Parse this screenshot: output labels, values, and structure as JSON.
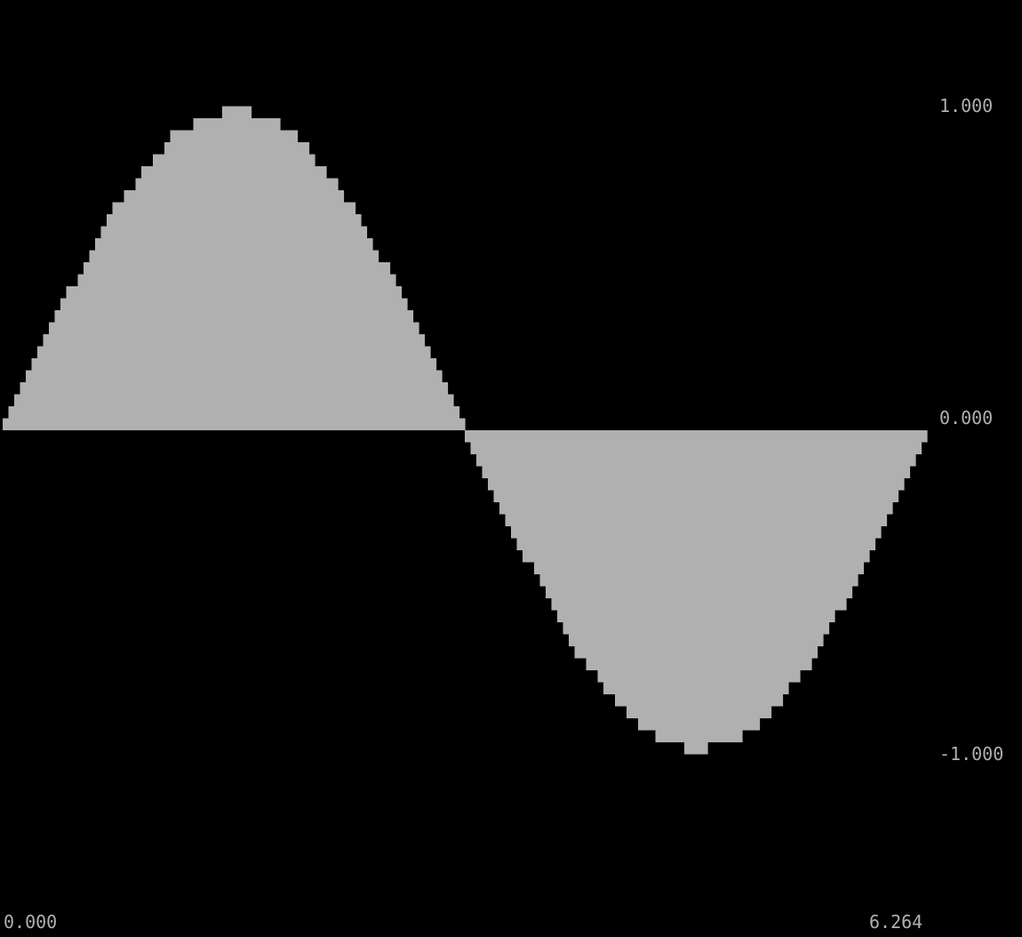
{
  "colors": {
    "background": "#000000",
    "fill": "#b0b0b0",
    "text": "#b0b0b0"
  },
  "chart_data": {
    "type": "area",
    "title": "",
    "xlabel": "",
    "ylabel": "",
    "function": "sin(x)",
    "xlim": [
      0.0,
      6.264
    ],
    "ylim": [
      -1.0,
      1.0
    ],
    "grid": false,
    "x_tick_labels": [
      "0.000",
      "6.264"
    ],
    "y_tick_labels": [
      "1.000",
      "0.000",
      "-1.000"
    ],
    "x": [
      0.0,
      0.39,
      0.78,
      1.17,
      1.57,
      1.96,
      2.35,
      2.74,
      3.13,
      3.52,
      3.91,
      4.31,
      4.7,
      5.09,
      5.48,
      5.87,
      6.26
    ],
    "values": [
      0.0,
      0.38,
      0.7,
      0.92,
      1.0,
      0.93,
      0.71,
      0.39,
      0.0,
      -0.37,
      -0.7,
      -0.92,
      -1.0,
      -0.93,
      -0.72,
      -0.4,
      -0.02
    ]
  }
}
